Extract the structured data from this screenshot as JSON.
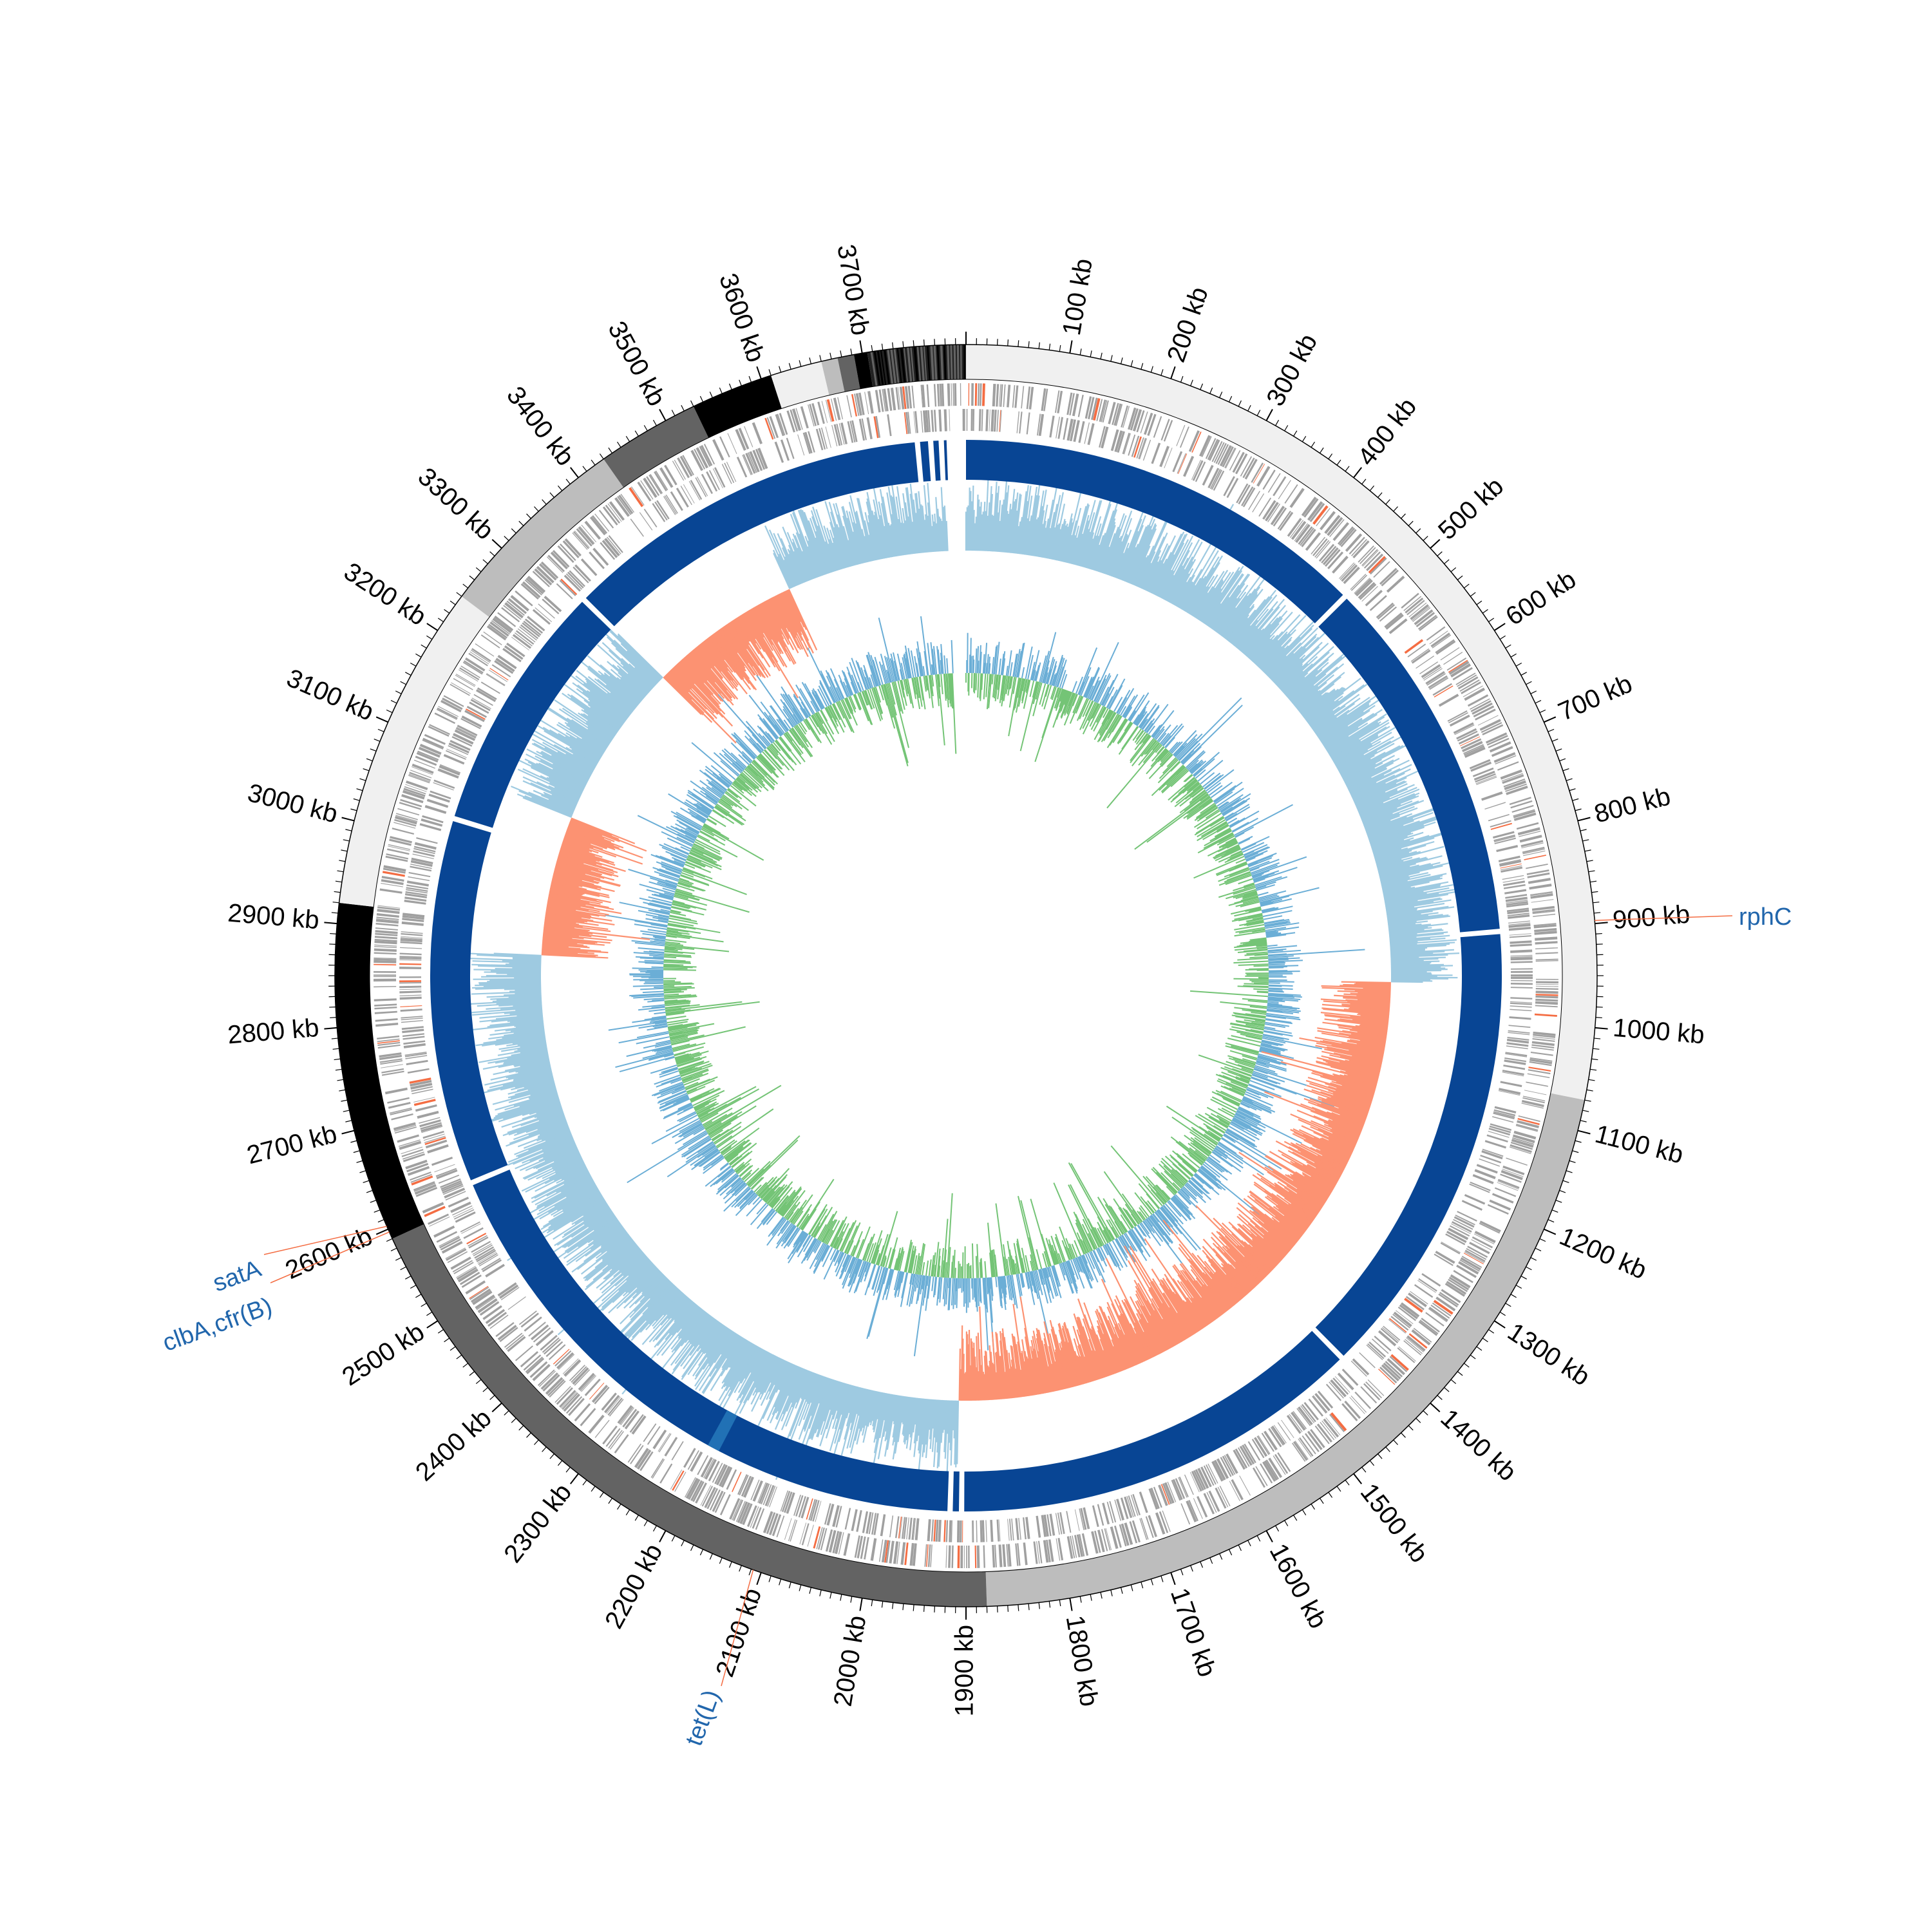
{
  "genome": {
    "length_kb": 3800,
    "unit_suffix": " kb"
  },
  "ticks": {
    "major_step_kb": 100,
    "minor_step_kb": 10,
    "labels": [
      "100 kb",
      "200 kb",
      "300 kb",
      "400 kb",
      "500 kb",
      "600 kb",
      "700 kb",
      "800 kb",
      "900 kb",
      "1000 kb",
      "1100 kb",
      "1200 kb",
      "1300 kb",
      "1400 kb",
      "1500 kb",
      "1600 kb",
      "1700 kb",
      "1800 kb",
      "1900 kb",
      "2000 kb",
      "2100 kb",
      "2200 kb",
      "2300 kb",
      "2400 kb",
      "2500 kb",
      "2600 kb",
      "2700 kb",
      "2800 kb",
      "2900 kb",
      "3000 kb",
      "3100 kb",
      "3200 kb",
      "3300 kb",
      "3400 kb",
      "3500 kb",
      "3600 kb",
      "3700 kb"
    ]
  },
  "contigs": [
    {
      "start": 0,
      "end": 1070,
      "color": "#f0f0f0"
    },
    {
      "start": 1070,
      "end": 1880,
      "color": "#bdbdbd"
    },
    {
      "start": 1880,
      "end": 2590,
      "color": "#636363"
    },
    {
      "start": 2590,
      "end": 2920,
      "color": "#000000"
    },
    {
      "start": 2920,
      "end": 3240,
      "color": "#f0f0f0"
    },
    {
      "start": 3240,
      "end": 3430,
      "color": "#bdbdbd"
    },
    {
      "start": 3430,
      "end": 3530,
      "color": "#636363"
    },
    {
      "start": 3530,
      "end": 3610,
      "color": "#000000"
    },
    {
      "start": 3610,
      "end": 3660,
      "color": "#f0f0f0"
    },
    {
      "start": 3660,
      "end": 3676,
      "color": "#bdbdbd"
    },
    {
      "start": 3676,
      "end": 3692,
      "color": "#636363"
    },
    {
      "start": 3692,
      "end": 3705,
      "color": "#000000"
    },
    {
      "start": 3705,
      "end": 3800,
      "color": "#222222"
    }
  ],
  "blast_ring": {
    "color": "#084594",
    "light_color": "#2171b5",
    "gaps_kb": [
      475,
      900,
      1430,
      1905,
      1918,
      2610,
      3030,
      3320,
      3745,
      3760,
      3772
    ],
    "highlight": {
      "start": 2190,
      "end": 2204
    }
  },
  "gc_content": {
    "positive_color": "#9ecae1",
    "negative_color": "#fc9272",
    "gap_kb": [
      3775,
      3800
    ],
    "negative_regions_kb": [
      [
        960,
        1910
      ],
      [
        2880,
        3080
      ],
      [
        3320,
        3540
      ]
    ]
  },
  "gc_skew": {
    "color_a": "#6baed6",
    "color_b": "#74c476"
  },
  "annotations": [
    {
      "name": "rphC",
      "position_kb": 897,
      "color": "#2166ac"
    },
    {
      "name": "satA",
      "position_kb": 2603,
      "color": "#2166ac"
    },
    {
      "name": "clbA,cfr(B)",
      "position_kb": 2597,
      "color": "#2166ac"
    },
    {
      "name": "tet(L)",
      "position_kb": 2108,
      "color": "#2166ac"
    }
  ],
  "annotation_line_color": "#f46d43",
  "gene_track_color": "#a0a0a0",
  "gene_track_highlight": "#f46d43"
}
